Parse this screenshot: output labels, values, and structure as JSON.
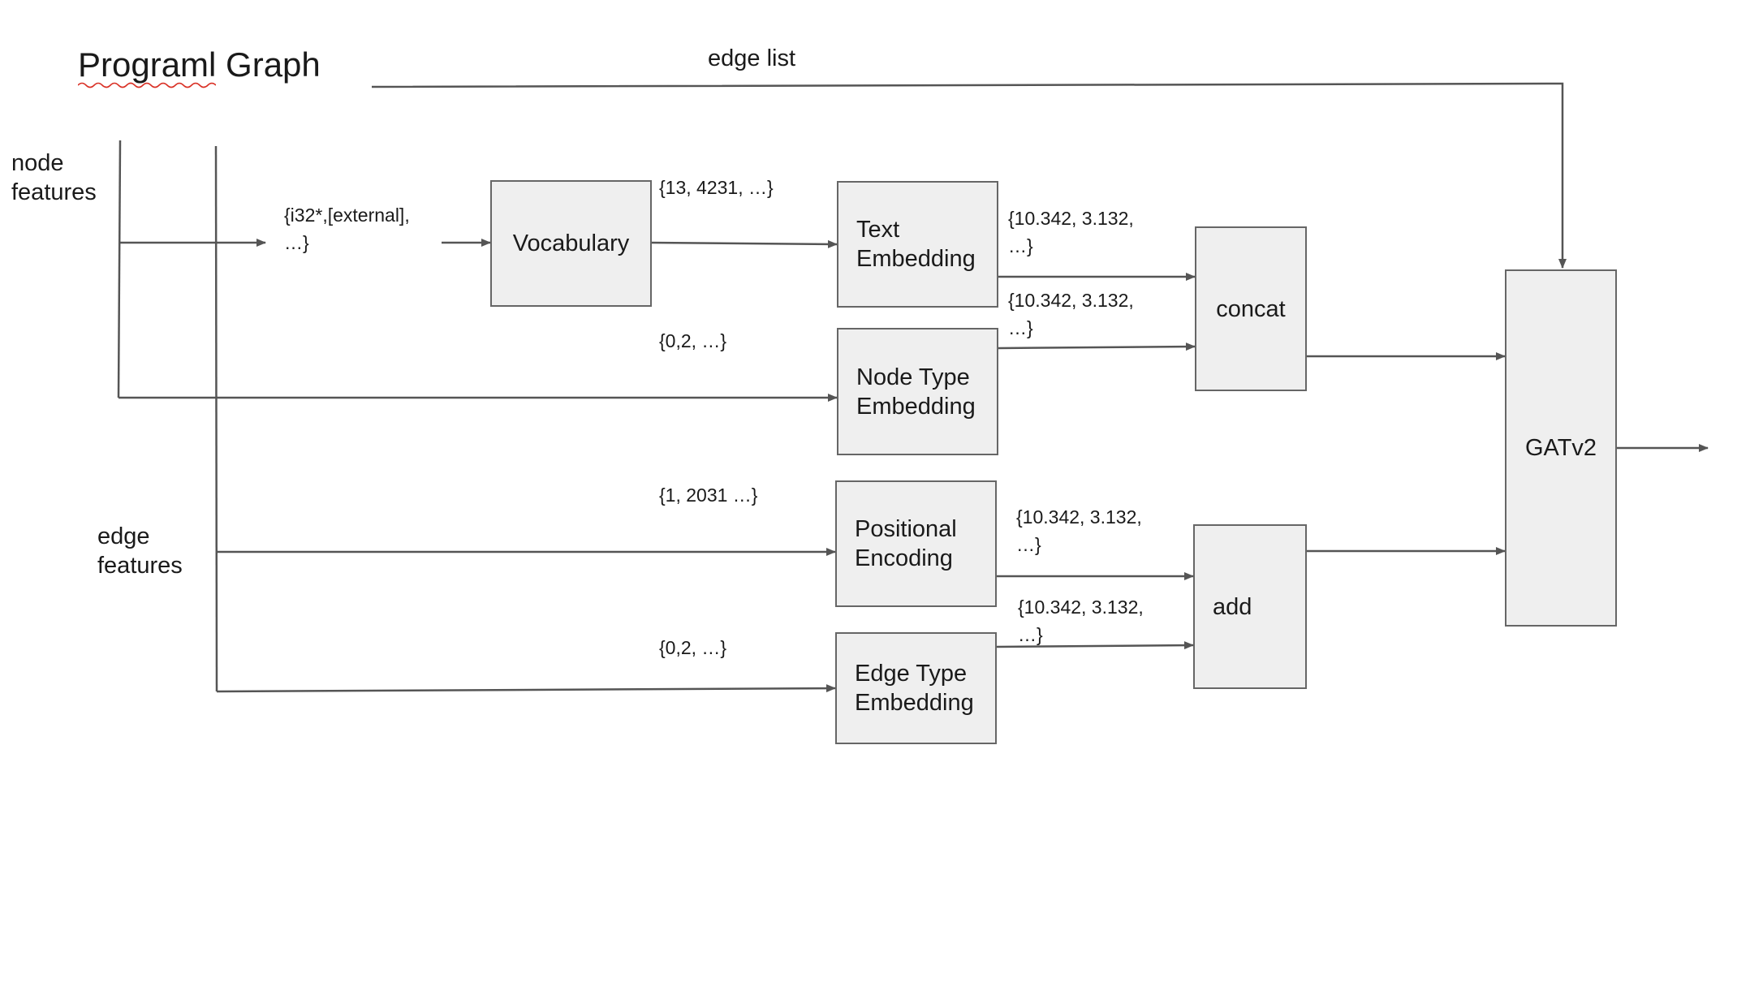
{
  "title": "Programl Graph",
  "inputs": {
    "node_features": "node\nfeatures",
    "edge_features": "edge\nfeatures",
    "edge_list": "edge list"
  },
  "boxes": {
    "vocabulary": "Vocabulary",
    "text_embedding": "Text\nEmbedding",
    "node_type_embedding": "Node Type\nEmbedding",
    "positional_encoding": "Positional\nEncoding",
    "edge_type_embedding": "Edge Type\nEmbedding",
    "concat": "concat",
    "add": "add",
    "gatv2": "GATv2"
  },
  "data_labels": {
    "raw_text": "{i32*,[external],\n…}",
    "vocab_ids": "{13, 4231, …}",
    "node_type_ids": "{0,2, …}",
    "text_vectors": "{10.342, 3.132,\n…}",
    "node_type_vectors": "{10.342, 3.132,\n…}",
    "position_ids": "{1, 2031 …}",
    "edge_type_ids": "{0,2, …}",
    "position_vectors": "{10.342, 3.132,\n…}",
    "edge_type_vectors": "{10.342, 3.132,\n…}"
  },
  "colors": {
    "box_fill": "#efefef",
    "box_border": "#666666",
    "line": "#555555",
    "spellcheck": "#d93025"
  }
}
